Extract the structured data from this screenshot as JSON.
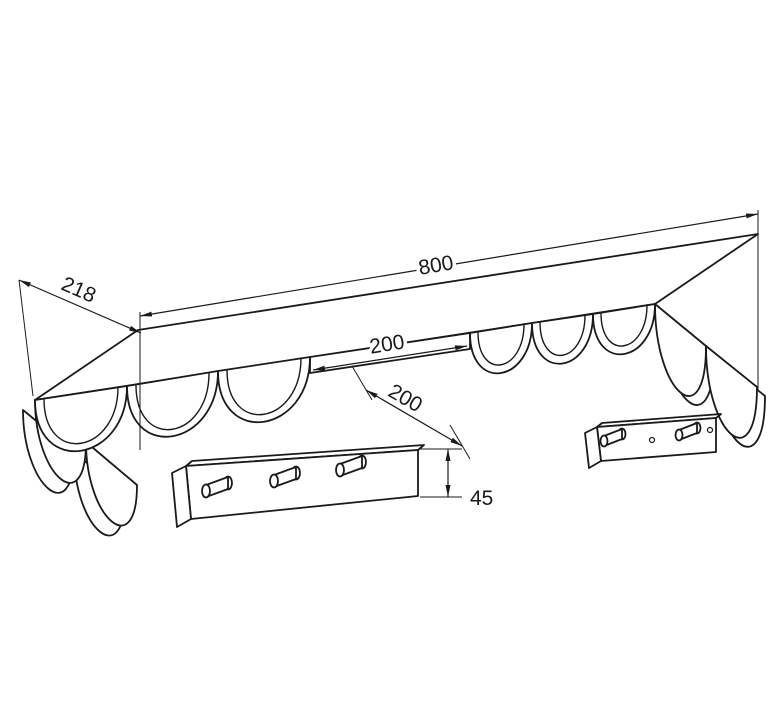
{
  "drawing": {
    "type": "technical-drawing",
    "background": "#ffffff",
    "line_color": "#1a1a1a",
    "dimensions": {
      "length": "800",
      "end_depth": "218",
      "gap": "200",
      "depth": "200",
      "bar_height": "45"
    }
  }
}
